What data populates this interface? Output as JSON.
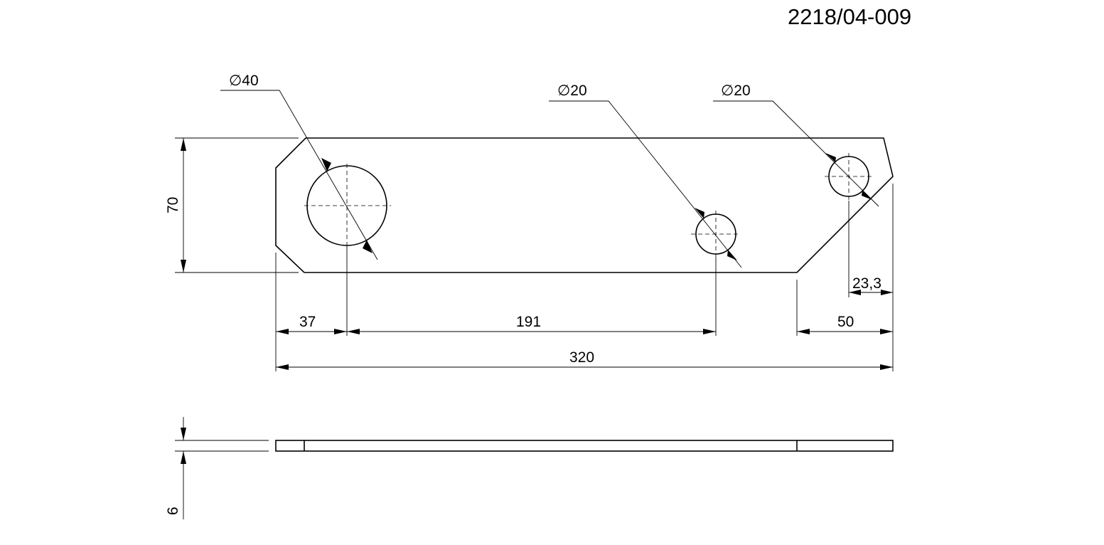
{
  "drawing_number": "2218/04-009",
  "dimensions": {
    "hole_large": "∅40",
    "hole_small_1": "∅20",
    "hole_small_2": "∅20",
    "height": "70",
    "left_offset": "37",
    "hole_spacing": "191",
    "right_chamfer_width": "50",
    "right_hole_offset": "23,3",
    "overall_length": "320",
    "thickness": "6"
  }
}
